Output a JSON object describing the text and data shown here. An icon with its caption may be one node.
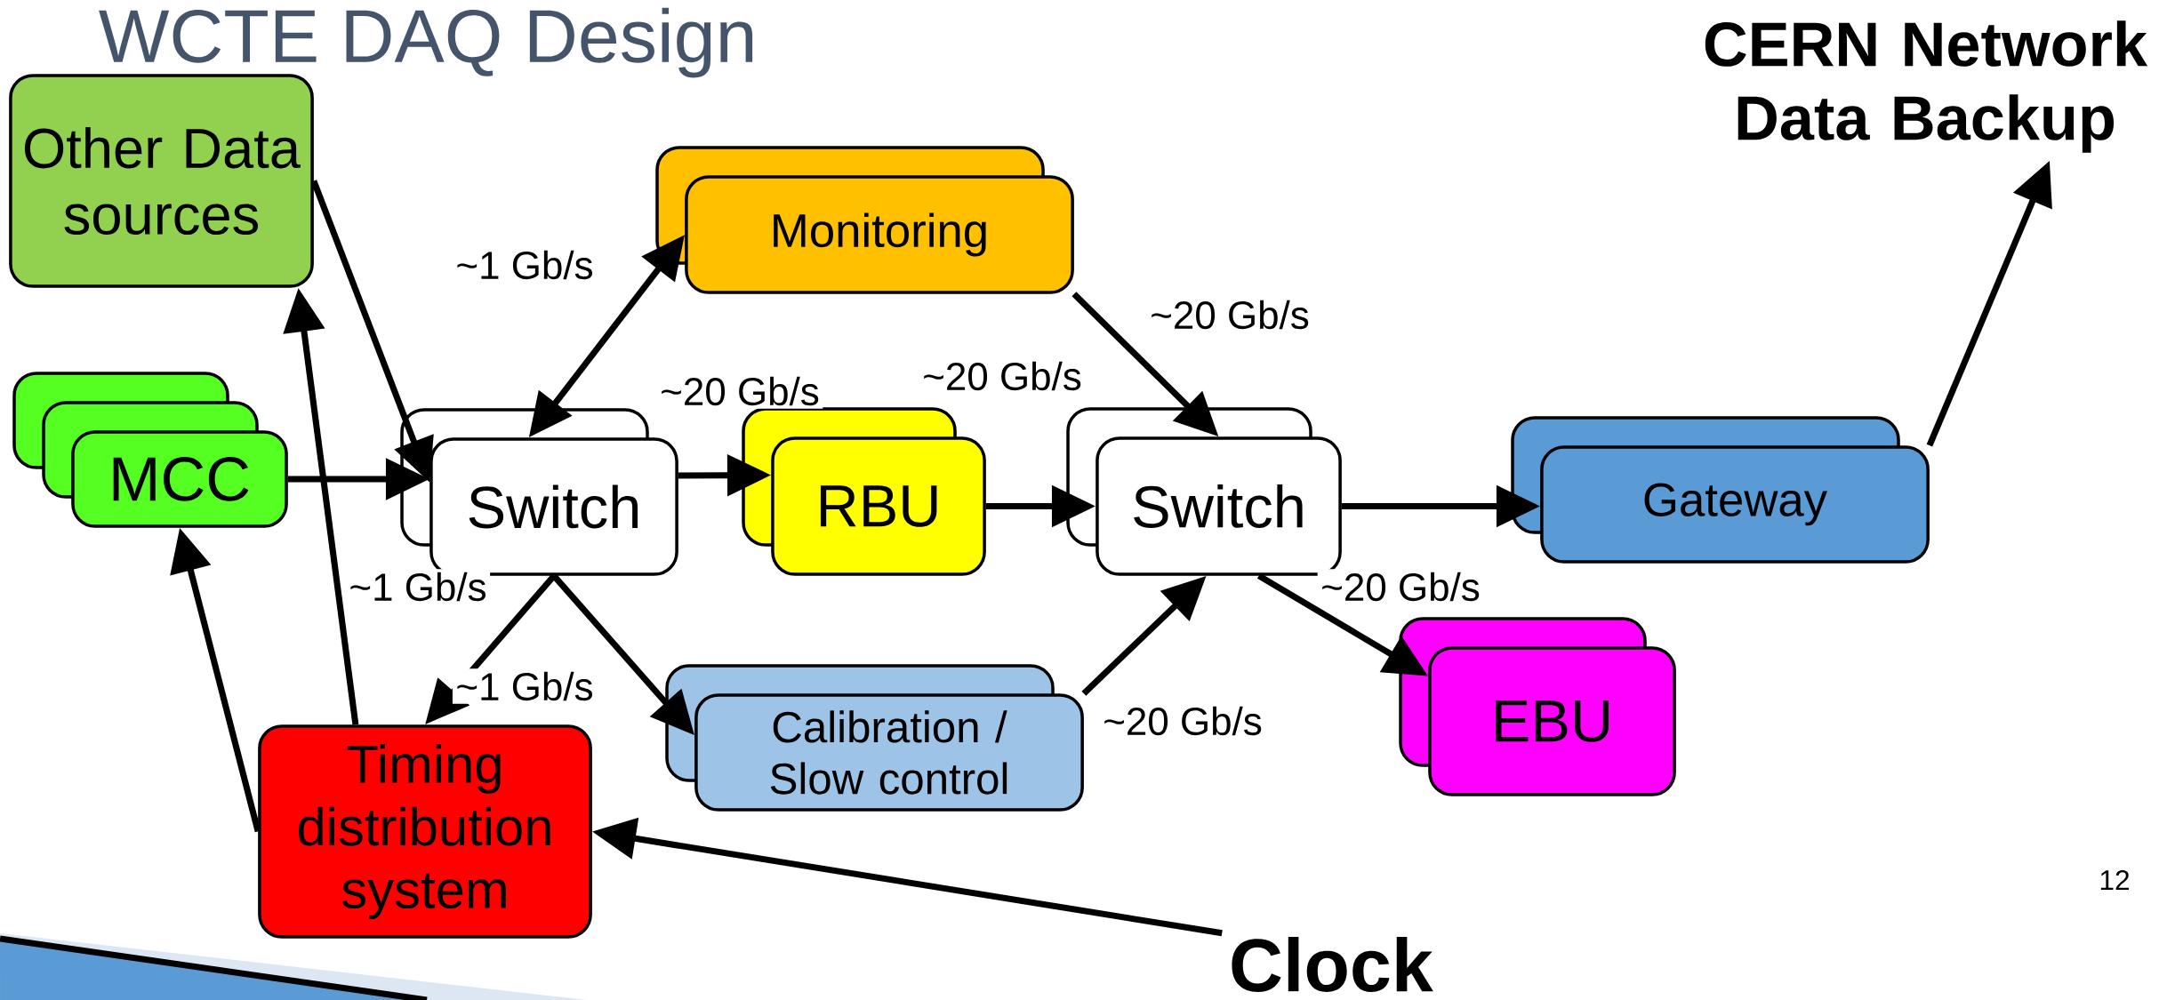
{
  "diagram": {
    "title": "WCTE DAQ Design",
    "nodes": [
      {
        "text": [
          "Other Data sources"
        ]
      },
      {
        "text": [
          "CERN Network Data Backup"
        ]
      },
      {
        "text": [
          "MCC"
        ]
      },
      {
        "text": [
          "Monitoring"
        ]
      },
      {
        "text": [
          "Switch"
        ]
      },
      {
        "text": [
          "RBU"
        ]
      },
      {
        "text": [
          "Switch"
        ]
      },
      {
        "text": [
          "Gateway"
        ]
      },
      {
        "text": [
          "EBU"
        ]
      },
      {
        "text": [
          "Calibration / Slow control"
        ]
      },
      {
        "text": [
          "Timing distribution system"
        ]
      },
      {
        "text": [
          "Clock"
        ]
      }
    ],
    "edges": [
      {
        "from": 0,
        "to": 4,
        "arrow": "to"
      },
      {
        "from": 2,
        "to": 4,
        "arrow": "to"
      },
      {
        "from": 4,
        "to": 3,
        "arrow": "both",
        "label": "~1 Gb/s"
      },
      {
        "from": 4,
        "to": 5,
        "arrow": "to",
        "label": "~20 Gb/s"
      },
      {
        "from": 5,
        "to": 6,
        "arrow": "to",
        "label": "~20 Gb/s"
      },
      {
        "from": 3,
        "to": 6,
        "arrow": "to",
        "label": "~20 Gb/s"
      },
      {
        "from": 6,
        "to": 7,
        "arrow": "to"
      },
      {
        "from": 7,
        "to": 1,
        "arrow": "to"
      },
      {
        "from": 6,
        "to": 8,
        "arrow": "to",
        "label": "~20 Gb/s"
      },
      {
        "from": 9,
        "to": 6,
        "arrow": "to",
        "label": "~20 Gb/s"
      },
      {
        "from": 4,
        "to": 10,
        "arrow": "to",
        "label": "~1 Gb/s"
      },
      {
        "from": 4,
        "to": 9,
        "arrow": "to"
      },
      {
        "from": 10,
        "to": 2,
        "arrow": "to"
      },
      {
        "from": 10,
        "to": 0,
        "arrow": "to",
        "label": "~1 Gb/s"
      },
      {
        "from": 11,
        "to": 10,
        "arrow": "to"
      }
    ],
    "labels": [
      "12"
    ]
  }
}
